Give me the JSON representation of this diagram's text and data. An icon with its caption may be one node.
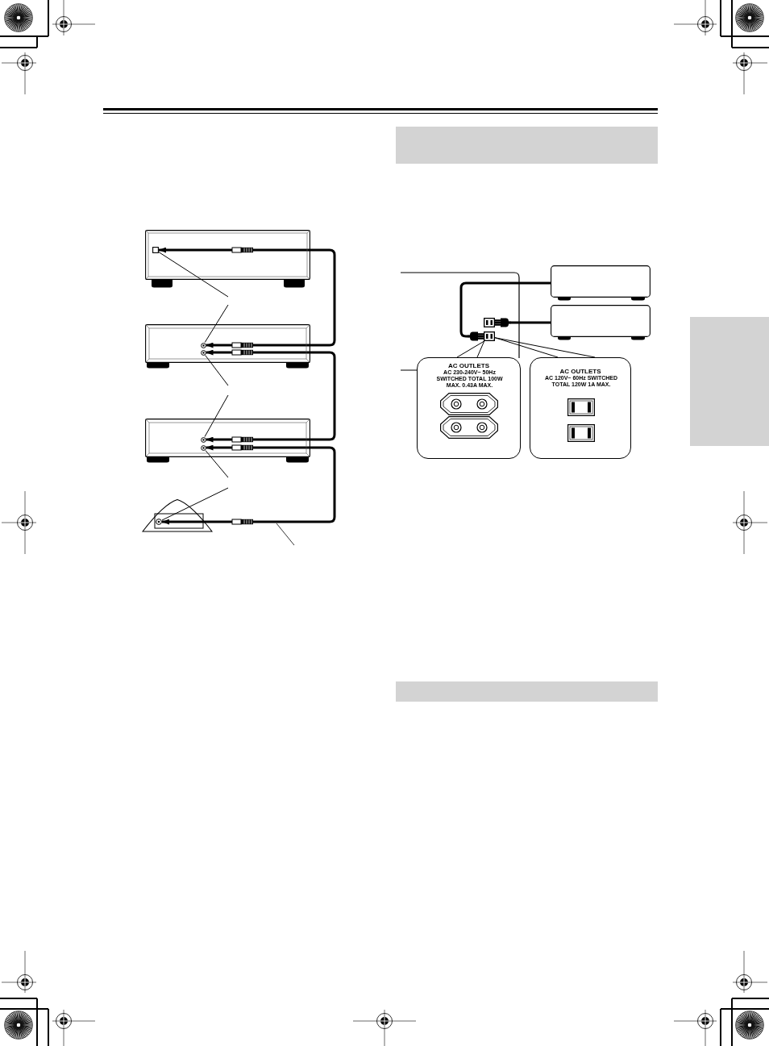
{
  "diagram": {
    "nodes": [
      {
        "text": [],
        "shape": "box"
      },
      {
        "text": [],
        "shape": "box",
        "in": 0
      },
      {
        "text": [],
        "shape": "box"
      },
      {
        "text": [],
        "shape": "circle",
        "in": 2
      },
      {
        "text": [],
        "shape": "circle",
        "in": 2
      },
      {
        "text": [],
        "shape": "box"
      },
      {
        "text": [],
        "shape": "circle",
        "in": 5
      },
      {
        "text": [],
        "shape": "circle",
        "in": 5
      },
      {
        "text": [],
        "shape": "picture"
      },
      {
        "text": [],
        "shape": "circle",
        "in": 8
      },
      {
        "text": [],
        "shape": "bar"
      },
      {
        "text": [],
        "shape": "box"
      },
      {
        "text": [],
        "shape": "box"
      },
      {
        "text": [],
        "shape": "box"
      },
      {
        "text": [],
        "shape": "box"
      },
      {
        "text": [
          "AC OUTLETS",
          "AC 230-240V~ 50Hz SWITCHED TOTAL 100W MAX. 0.43A MAX."
        ]
      },
      {
        "text": [
          "AC OUTLETS",
          "AC 120V~ 60Hz SWITCHED TOTAL 120W 1A MAX."
        ]
      },
      {
        "text": [],
        "shape": "bar"
      },
      {
        "text": [],
        "shape": "bar"
      }
    ],
    "edges": [
      {
        "from": 1,
        "to": 3,
        "arrow": "both",
        "style": "thick"
      },
      {
        "from": 4,
        "to": 6,
        "arrow": "both",
        "style": "thick"
      },
      {
        "from": 7,
        "to": 9,
        "arrow": "both",
        "style": "thick"
      },
      {
        "from": null,
        "to": 1,
        "arrow": "none"
      },
      {
        "from": null,
        "to": 3,
        "arrow": "none"
      },
      {
        "from": null,
        "to": 4,
        "arrow": "none"
      },
      {
        "from": null,
        "to": 6,
        "arrow": "none"
      },
      {
        "from": null,
        "to": 7,
        "arrow": "none"
      },
      {
        "from": null,
        "to": 9,
        "arrow": "none"
      },
      {
        "from": 11,
        "to": 14,
        "arrow": "other",
        "style": "thick"
      },
      {
        "from": 12,
        "to": 13,
        "arrow": "other",
        "style": "thick"
      },
      {
        "from": 15,
        "to": 14,
        "arrow": "none"
      },
      {
        "from": 16,
        "to": 14,
        "arrow": "none"
      },
      {
        "from": null,
        "to": 15,
        "arrow": "none"
      }
    ]
  }
}
